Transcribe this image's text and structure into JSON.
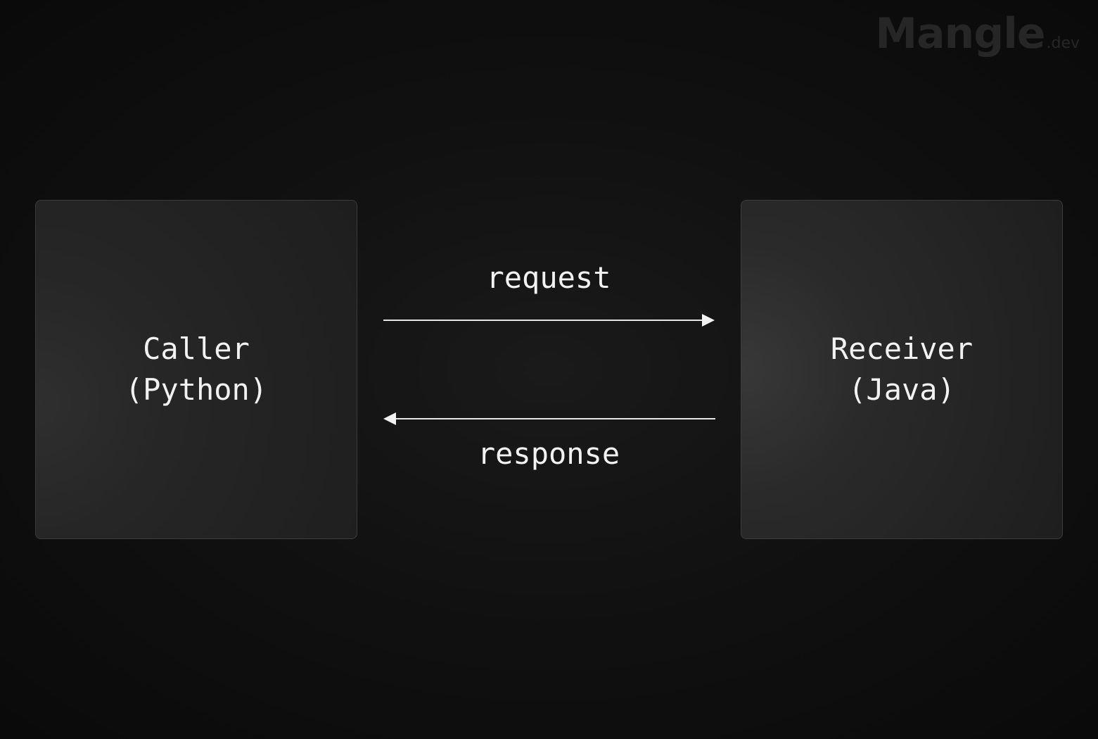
{
  "watermark": {
    "main": "Mangle",
    "sub": ".dev"
  },
  "nodes": {
    "caller": {
      "line1": "Caller",
      "line2": "(Python)"
    },
    "receiver": {
      "line1": "Receiver",
      "line2": "(Java)"
    }
  },
  "edges": {
    "request": {
      "label": "request",
      "from": "caller",
      "to": "receiver"
    },
    "response": {
      "label": "response",
      "from": "receiver",
      "to": "caller"
    }
  },
  "colors": {
    "background": "#0f0f0f",
    "node_fill": "#262626",
    "node_border": "#3c3c3c",
    "text": "#f2f2f2",
    "arrow": "#e6e6e6",
    "watermark": "#262626"
  }
}
